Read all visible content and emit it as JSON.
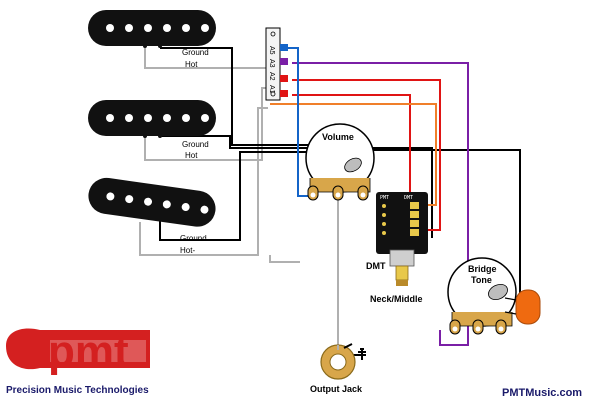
{
  "pickups": {
    "neck": {
      "ground": "Ground",
      "hot": "Hot"
    },
    "middle": {
      "ground": "Ground",
      "hot": "Hot"
    },
    "bridge": {
      "ground": "Ground",
      "hot": "Hot-"
    }
  },
  "switch_labels": [
    "A5",
    "A3",
    "A2",
    "A1"
  ],
  "controls": {
    "volume": "Volume",
    "bridge_tone_line1": "Bridge",
    "bridge_tone_line2": "Tone",
    "dmt_label": "DMT",
    "neck_middle": "Neck/Middle",
    "dmt_chip_left": "PMT",
    "dmt_chip_right": "DMT"
  },
  "output_jack": "Output Jack",
  "branding": {
    "logo": "pmt",
    "company": "Precision Music Technologies",
    "site": "PMTMusic.com"
  },
  "colors": {
    "pickup": "#111111",
    "pole": "#ffffff",
    "ground_wire": "#000000",
    "hot_wire": "#b0b0b0",
    "purple": "#7a1fa6",
    "red": "#e01414",
    "orange": "#f07f2a",
    "blue": "#1464c8",
    "pot_brass": "#d8a64a",
    "capacitor": "#ef6a10",
    "logo_red": "#d42020",
    "brand_blue": "#1a1a6a"
  }
}
